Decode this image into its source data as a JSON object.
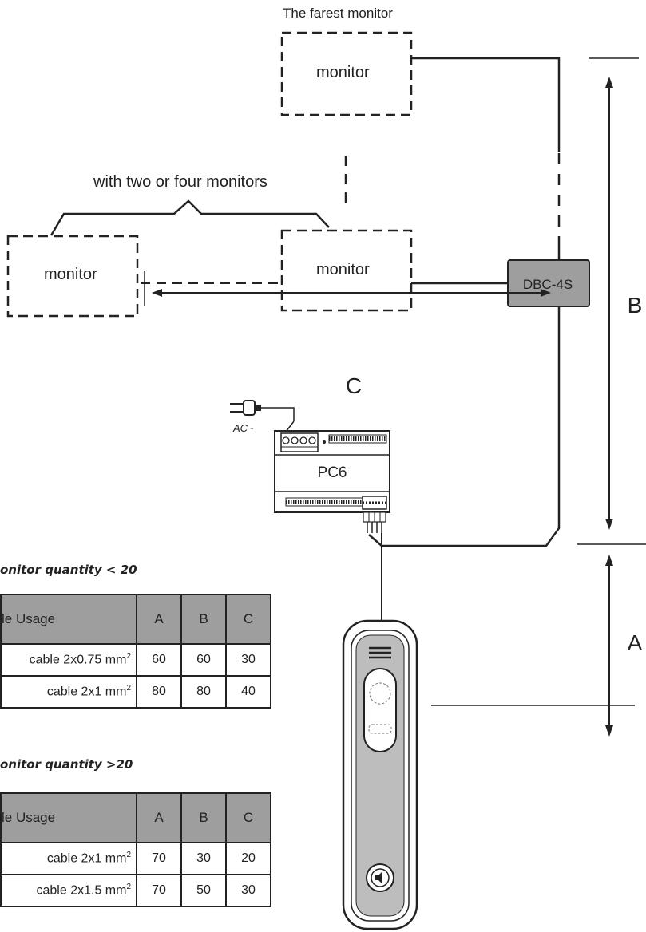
{
  "top_label": "The farest monitor",
  "group_label": "with two or four monitors",
  "monitor_label": "monitor",
  "distributor_label": "DBC-4S",
  "power_supply_label": "PC6",
  "ac_label": "AC~",
  "dimension_labels": {
    "a": "A",
    "b": "B",
    "c": "C"
  },
  "tables": [
    {
      "condition": "onitor quantity < 20",
      "header": [
        "le Usage",
        "A",
        "B",
        "C"
      ],
      "rows": [
        {
          "cable": "cable 2x0.75 mm",
          "sup": "2",
          "a": "60",
          "b": "60",
          "c": "30"
        },
        {
          "cable": "cable 2x1 mm",
          "sup": "2",
          "a": "80",
          "b": "80",
          "c": "40"
        }
      ]
    },
    {
      "condition": "onitor quantity >20",
      "header": [
        "le Usage",
        "A",
        "B",
        "C"
      ],
      "rows": [
        {
          "cable": "cable 2x1 mm",
          "sup": "2",
          "a": "70",
          "b": "30",
          "c": "20"
        },
        {
          "cable": "cable 2x1.5 mm",
          "sup": "2",
          "a": "70",
          "b": "50",
          "c": "30"
        }
      ]
    }
  ]
}
